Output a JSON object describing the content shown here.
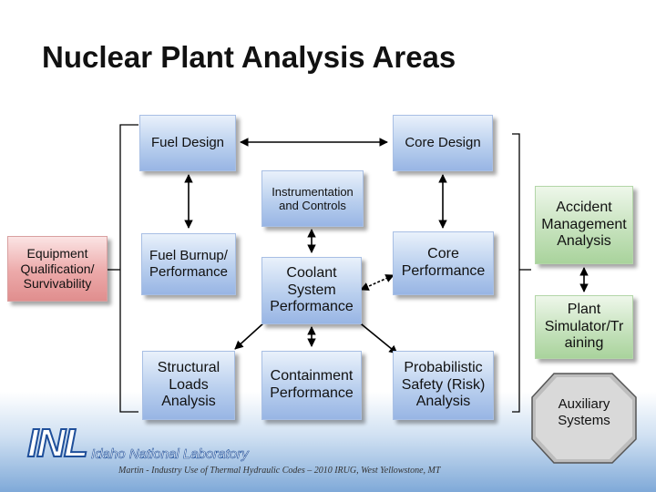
{
  "title": "Nuclear Plant Analysis Areas",
  "boxes": {
    "fuel_design": "Fuel Design",
    "core_design": "Core Design",
    "instrumentation": "Instrumentation\nand Controls",
    "equipment": "Equipment\nQualification/\nSurvivability",
    "fuel_burnup": "Fuel Burnup/\nPerformance",
    "coolant": "Coolant\nSystem\nPerformance",
    "core_performance": "Core\nPerformance",
    "structural": "Structural\nLoads\nAnalysis",
    "containment": "Containment\nPerformance",
    "probabilistic": "Probabilistic\nSafety (Risk)\nAnalysis",
    "accident": "Accident\nManagement\nAnalysis",
    "simulator": "Plant\nSimulator/Tr\naining",
    "auxiliary": "Auxiliary\nSystems"
  },
  "logo": {
    "mark": "INL",
    "text": "Idaho National Laboratory"
  },
  "footer": "Martin - Industry Use of Thermal Hydraulic Codes – 2010 IRUG, West Yellowstone, MT"
}
